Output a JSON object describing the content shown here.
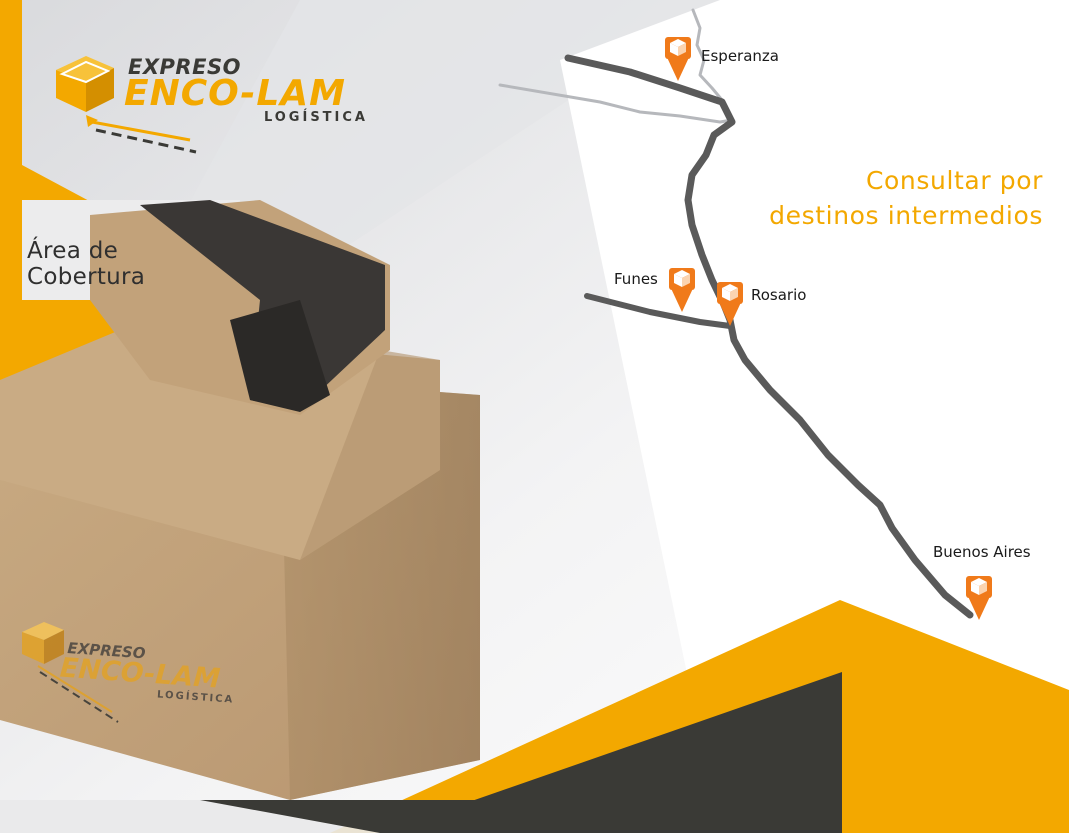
{
  "brand": {
    "line1": "EXPRESO",
    "line2": "ENCO-LAM",
    "line3": "LOGÍSTICA"
  },
  "box_logo": {
    "line1": "EXPRESO",
    "line2": "ENCO-LAM",
    "line3": "LOGÍSTICA"
  },
  "coverage": {
    "title_line1": "Área de",
    "title_line2": "Cobertura"
  },
  "consult": {
    "line1": "Consultar por",
    "line2": "destinos intermedios"
  },
  "map": {
    "cities": [
      {
        "label": "Esperanza"
      },
      {
        "label": "Funes"
      },
      {
        "label": "Rosario"
      },
      {
        "label": "Buenos Aires"
      }
    ]
  },
  "colors": {
    "yellow": "#f3a800",
    "orange_pin": "#f07a1a",
    "dark": "#3a3a36",
    "road": "#5a5a5a"
  }
}
